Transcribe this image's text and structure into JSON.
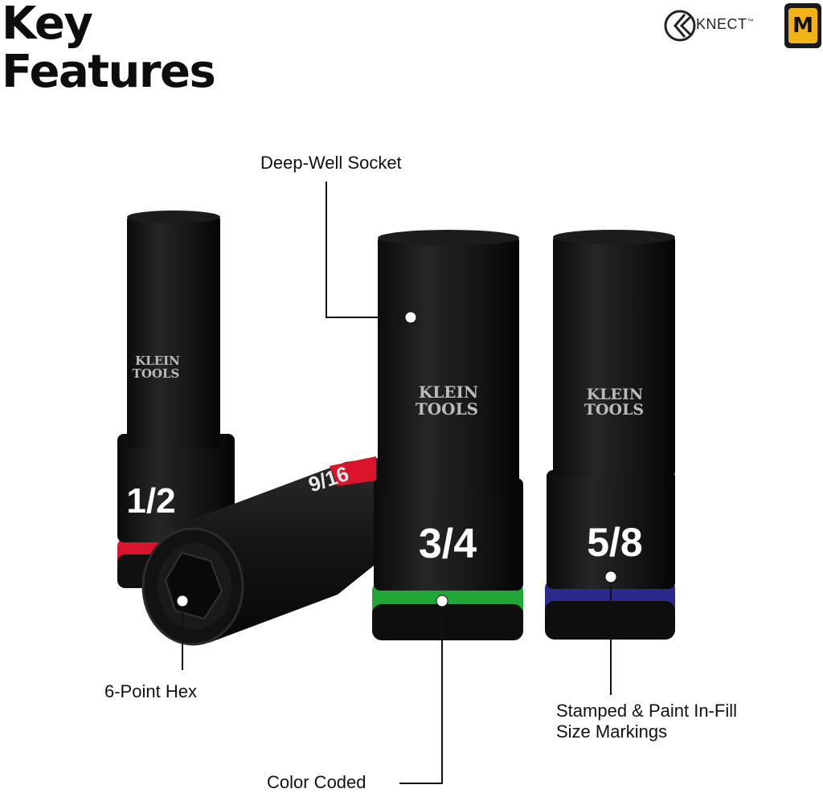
{
  "heading": {
    "line1": "Key",
    "line2": "Features"
  },
  "brand": {
    "knect": "KNECT",
    "tm": "™",
    "badge": "M"
  },
  "callouts": {
    "deep_well": "Deep-Well Socket",
    "hex": "6-Point Hex",
    "color_coded": "Color Coded",
    "markings_line1": "Stamped & Paint In-Fill",
    "markings_line2": "Size Markings"
  },
  "sockets": {
    "s1": {
      "size": "1/2",
      "brand1": "KLEIN",
      "brand2": "TOOLS",
      "ring_color": "#d9142b"
    },
    "s2": {
      "size": "3/4",
      "brand1": "KLEIN",
      "brand2": "TOOLS",
      "ring_color": "#1fa637"
    },
    "s3": {
      "size": "5/8",
      "brand1": "KLEIN",
      "brand2": "TOOLS",
      "ring_color": "#2a2a8c"
    },
    "lying": {
      "size": "9/16",
      "ring_color": "#d9142b"
    }
  }
}
